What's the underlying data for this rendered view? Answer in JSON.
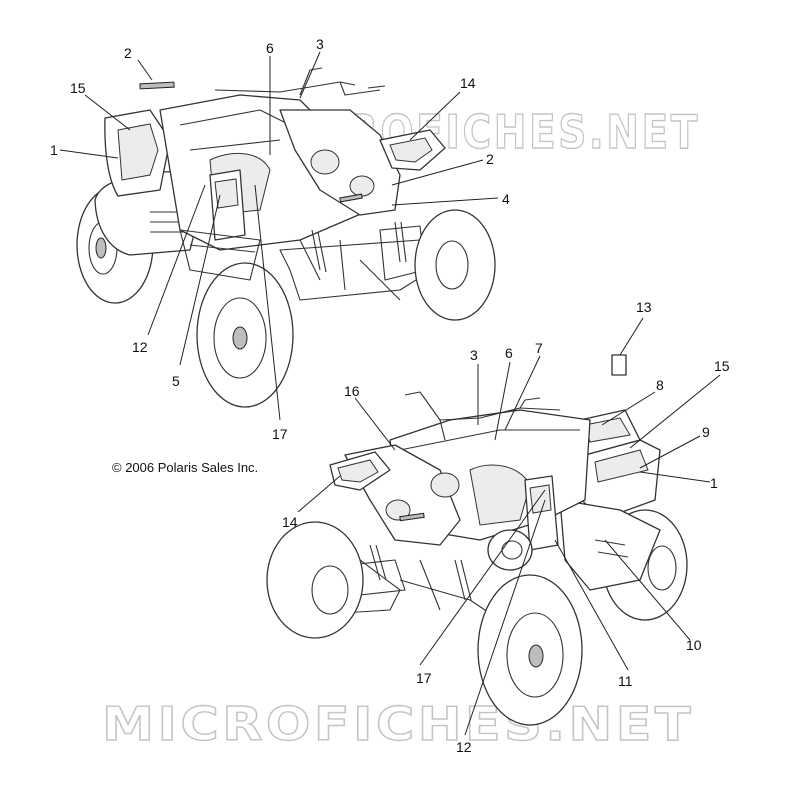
{
  "watermark": "MICROFICHES.NET",
  "copyright": "© 2006 Polaris Sales Inc.",
  "callouts_top": [
    "2",
    "6",
    "3",
    "15",
    "14",
    "1",
    "2",
    "4",
    "12",
    "5",
    "17"
  ],
  "callouts_bottom": [
    "13",
    "3",
    "6",
    "7",
    "16",
    "8",
    "15",
    "9",
    "1",
    "14",
    "10",
    "17",
    "11",
    "12"
  ],
  "colors": {
    "line": "#333333",
    "watermark": "#c4c4c4",
    "background": "#ffffff"
  }
}
